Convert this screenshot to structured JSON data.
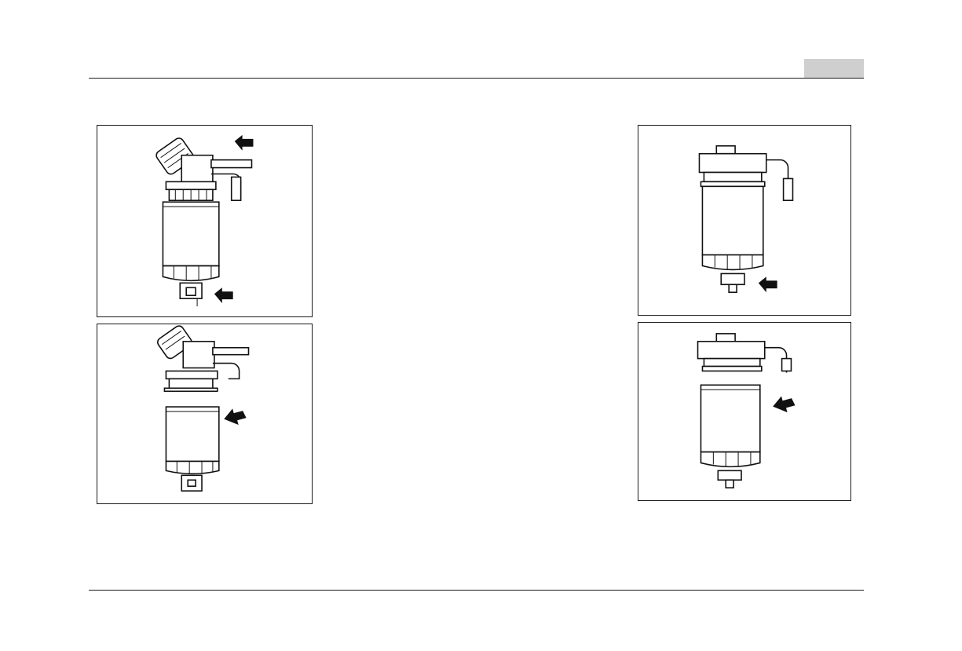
{
  "page": {
    "header_tab": "",
    "figures": [
      {
        "id": "fig-a",
        "icon": "fuel-filter-assembly-icon"
      },
      {
        "id": "fig-b",
        "icon": "fuel-filter-separated-icon"
      },
      {
        "id": "fig-c",
        "icon": "fuel-filter-drain-icon"
      },
      {
        "id": "fig-d",
        "icon": "fuel-filter-cartridge-icon"
      }
    ]
  }
}
